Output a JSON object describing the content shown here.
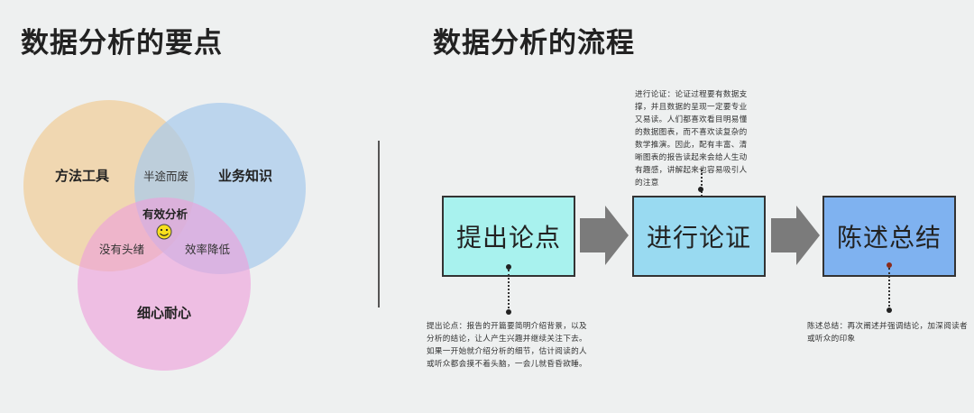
{
  "left_section": {
    "title": "数据分析的要点",
    "venn": {
      "circles": [
        {
          "label": "方法工具",
          "color": "#f0d2a6"
        },
        {
          "label": "业务知识",
          "color": "#a9cbec"
        },
        {
          "label": "细心耐心",
          "color": "#ee9fdc"
        }
      ],
      "overlaps": {
        "methods_business": "半途而废",
        "methods_careful": "没有头绪",
        "business_careful": "效率降低",
        "center": "有效分析"
      },
      "center_icon": "smiley-face-icon"
    }
  },
  "right_section": {
    "title": "数据分析的流程",
    "steps": [
      {
        "label": "提出论点",
        "color": "#a8f2ee"
      },
      {
        "label": "进行论证",
        "color": "#99daf1"
      },
      {
        "label": "陈述总结",
        "color": "#7fb2f0"
      }
    ],
    "notes": {
      "argument": "进行论证：论证过程要有数据支撑，并且数据的呈现一定要专业又易读。人们都喜欢看目明易懂的数据图表，而不喜欢读复杂的数学推演。因此，配有丰富、清晰图表的报告读起来会给人生动有趣感，讲解起来也容易吸引人的注意",
      "proposal": "提出论点：报告的开篇要简明介绍背景，以及分析的结论，让人产生兴趣并继续关注下去。如果一开始就介绍分析的细节，估计阅读的人或听众都会摸不着头脑，一会儿就昏昏欲睡。",
      "summary": "陈述总结：再次阐述并强调结论，加深阅读者或听众的印象"
    },
    "arrow_color": "#7b7b7b"
  }
}
